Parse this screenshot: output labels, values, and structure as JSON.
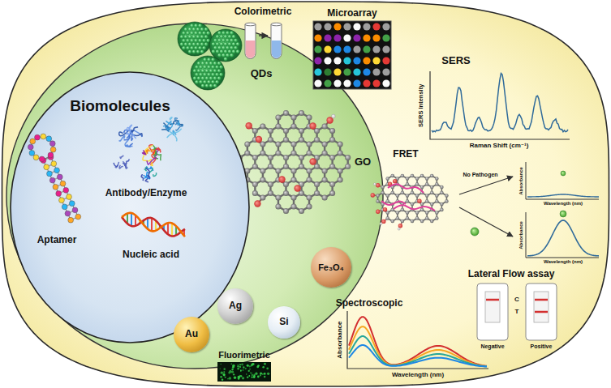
{
  "diagram": {
    "nodes": [
      {
        "text": [
          "Biomolecules"
        ]
      },
      {
        "text": [
          "Fe₃O₄"
        ]
      },
      {
        "text": [
          "Ag"
        ]
      },
      {
        "text": [
          "Si"
        ]
      },
      {
        "text": [
          "Au"
        ]
      }
    ],
    "labels": [
      "Colorimetric",
      "Microarray",
      "SERS",
      "SERS Intensity",
      "Raman Shift (cm⁻¹)",
      "QDs",
      "GO",
      "FRET",
      "No Pathogen",
      "Absorbance",
      "Wavelength (nm)",
      "Absorbance",
      "Wavelength (nm)",
      "Aptamer",
      "Antibody/Enzyme",
      "Nucleic acid",
      "Lateral Flow assay",
      "C",
      "T",
      "Negative",
      "Positive",
      "Spectroscopic",
      "Absorbance",
      "Wavelength (nm)",
      "Fluorimetric"
    ]
  }
}
